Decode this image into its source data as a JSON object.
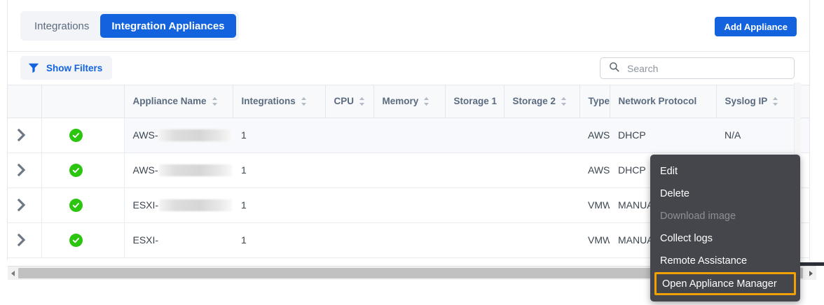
{
  "tabs": [
    {
      "label": "Integrations",
      "active": false
    },
    {
      "label": "Integration Appliances",
      "active": true
    }
  ],
  "toolbar": {
    "add_appliance_label": "Add Appliance",
    "show_filters_label": "Show Filters",
    "filter_icon": "funnel-icon",
    "search_icon": "search-icon",
    "search_placeholder": "Search",
    "search_value": ""
  },
  "table": {
    "columns": [
      {
        "label": "",
        "sortable": false,
        "width": 48
      },
      {
        "label": "",
        "sortable": false,
        "width": 118
      },
      {
        "label": "Appliance Name",
        "sortable": true,
        "width": 155
      },
      {
        "label": "Integrations",
        "sortable": true,
        "width": 132
      },
      {
        "label": "CPU",
        "sortable": true,
        "width": 69
      },
      {
        "label": "Memory",
        "sortable": true,
        "width": 102
      },
      {
        "label": "Storage 1",
        "sortable": false,
        "width": 84
      },
      {
        "label": "Storage 2",
        "sortable": true,
        "width": 108
      },
      {
        "label": "Type",
        "sortable": false,
        "width": 43
      },
      {
        "label": "Network Protocol",
        "sortable": false,
        "width": 152
      },
      {
        "label": "Syslog IP",
        "sortable": true,
        "width": 120
      },
      {
        "label": "",
        "sortable": false,
        "width": 129
      }
    ],
    "rows": [
      {
        "expand_icon": "chevron-right-icon",
        "status_icon": "check-circle-icon",
        "name_prefix": "AWS-",
        "name_redacted": true,
        "redact_width": 120,
        "integrations": "1",
        "cpu": "",
        "memory": "",
        "storage1": "",
        "storage2": "",
        "type": "AWS",
        "network_protocol": "DHCP",
        "syslog_ip": "N/A",
        "active": true,
        "kebab_focused": true
      },
      {
        "expand_icon": "chevron-right-icon",
        "status_icon": "check-circle-icon",
        "name_prefix": "AWS-",
        "name_redacted": true,
        "redact_width": 110,
        "integrations": "1",
        "cpu": "",
        "memory": "",
        "storage1": "",
        "storage2": "",
        "type": "AWS",
        "network_protocol": "DHCP",
        "syslog_ip": "",
        "active": false,
        "kebab_focused": false
      },
      {
        "expand_icon": "chevron-right-icon",
        "status_icon": "check-circle-icon",
        "name_prefix": "ESXI-",
        "name_redacted": true,
        "redact_width": 114,
        "integrations": "1",
        "cpu": "",
        "memory": "",
        "storage1": "",
        "storage2": "",
        "type": "VMW",
        "network_protocol": "MANUAL",
        "syslog_ip": "",
        "active": false,
        "kebab_focused": false
      },
      {
        "expand_icon": "chevron-right-icon",
        "status_icon": "check-circle-icon",
        "name_prefix": "ESXI-",
        "name_redacted": false,
        "redact_width": 0,
        "integrations": "1",
        "cpu": "",
        "memory": "",
        "storage1": "",
        "storage2": "",
        "type": "VMW",
        "network_protocol": "MANUAL",
        "syslog_ip": "",
        "active": false,
        "kebab_focused": false
      }
    ]
  },
  "context_menu": {
    "items": [
      {
        "label": "Edit",
        "disabled": false,
        "highlighted": false
      },
      {
        "label": "Delete",
        "disabled": false,
        "highlighted": false
      },
      {
        "label": "Download image",
        "disabled": true,
        "highlighted": false
      },
      {
        "label": "Collect logs",
        "disabled": false,
        "highlighted": false
      },
      {
        "label": "Remote Assistance",
        "disabled": false,
        "highlighted": false
      },
      {
        "label": "Open Appliance Manager",
        "disabled": false,
        "highlighted": true
      }
    ]
  },
  "scrollbars": {
    "h_left_arrow_icon": "triangle-left-icon",
    "h_right_arrow_icon": "triangle-right-icon"
  },
  "colors": {
    "accent_blue": "#1363df",
    "focus_blue": "#2196f3",
    "status_green": "#2bc40f",
    "highlight_orange": "#f2a104",
    "menu_bg": "#44464b"
  }
}
